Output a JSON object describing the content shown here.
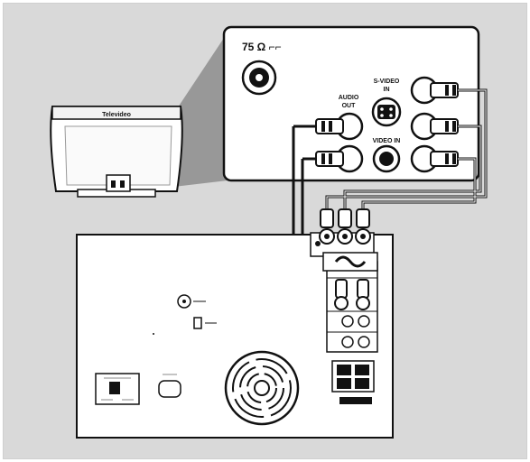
{
  "tv": {
    "brand": "Televideo",
    "antenna_label": "75 Ω ⌐⌐",
    "audio_out_label": [
      "AUDIO",
      "OUT"
    ],
    "svideo_label": [
      "S-VIDEO",
      "IN"
    ],
    "video_in_label": "VIDEO IN"
  },
  "colors": {
    "background": "#d9d9d9",
    "panel": "#ffffff",
    "outline": "#111111",
    "cable": "#111111"
  }
}
